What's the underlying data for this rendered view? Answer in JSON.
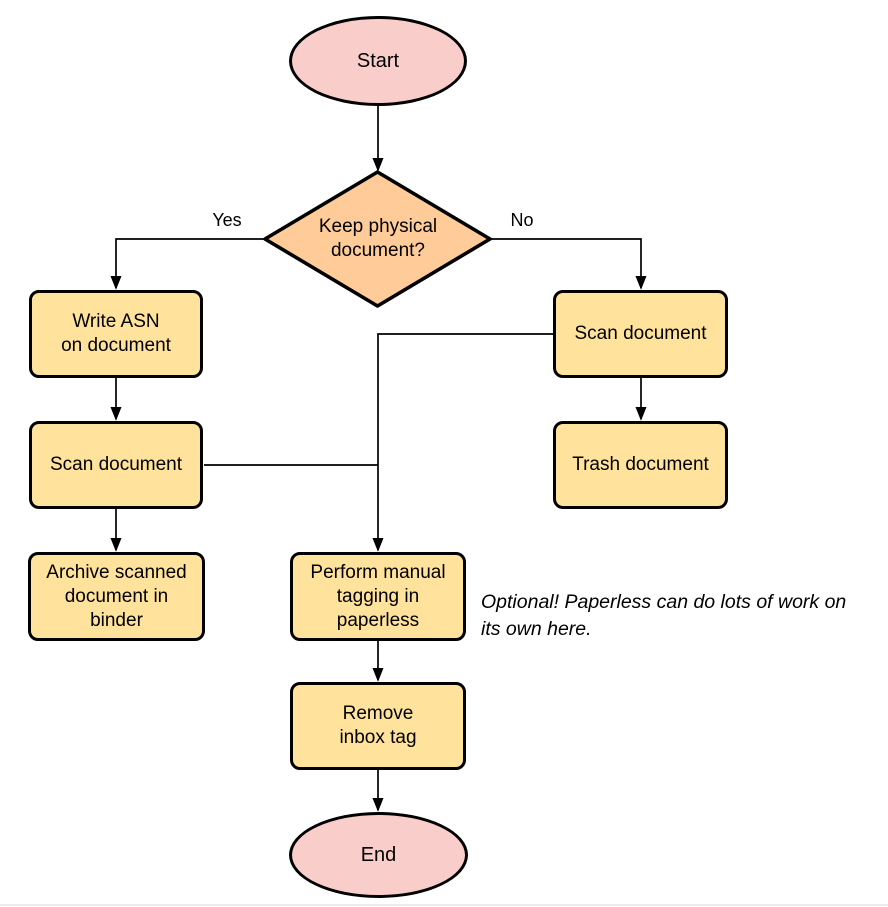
{
  "diagram": {
    "nodes": {
      "start": {
        "type": "terminal",
        "label": "Start"
      },
      "decision": {
        "type": "decision",
        "label": "Keep physical\ndocument?"
      },
      "write_asn": {
        "type": "process",
        "label": "Write ASN\non document"
      },
      "scan_left": {
        "type": "process",
        "label": "Scan document"
      },
      "archive": {
        "type": "process",
        "label": "Archive scanned\ndocument in\nbinder"
      },
      "scan_right": {
        "type": "process",
        "label": "Scan document"
      },
      "trash": {
        "type": "process",
        "label": "Trash document"
      },
      "tagging": {
        "type": "process",
        "label": "Perform manual\ntagging in\npaperless"
      },
      "remove_inbox": {
        "type": "process",
        "label": "Remove\ninbox tag"
      },
      "end": {
        "type": "terminal",
        "label": "End"
      }
    },
    "edge_labels": {
      "yes": "Yes",
      "no": "No"
    },
    "edges": [
      {
        "from": "start",
        "to": "decision"
      },
      {
        "from": "decision",
        "to": "write_asn",
        "label": "Yes"
      },
      {
        "from": "decision",
        "to": "scan_right",
        "label": "No"
      },
      {
        "from": "write_asn",
        "to": "scan_left"
      },
      {
        "from": "scan_left",
        "to": "archive"
      },
      {
        "from": "scan_left",
        "to": "tagging"
      },
      {
        "from": "scan_right",
        "to": "trash"
      },
      {
        "from": "scan_right",
        "to": "tagging"
      },
      {
        "from": "tagging",
        "to": "remove_inbox"
      },
      {
        "from": "remove_inbox",
        "to": "end"
      }
    ],
    "annotation": "Optional! Paperless can do lots of work on\nits own here.",
    "colors": {
      "terminal_fill": "#F8CDCA",
      "decision_fill": "#FFCC99",
      "process_fill": "#FFE29B",
      "stroke": "#000000"
    }
  }
}
